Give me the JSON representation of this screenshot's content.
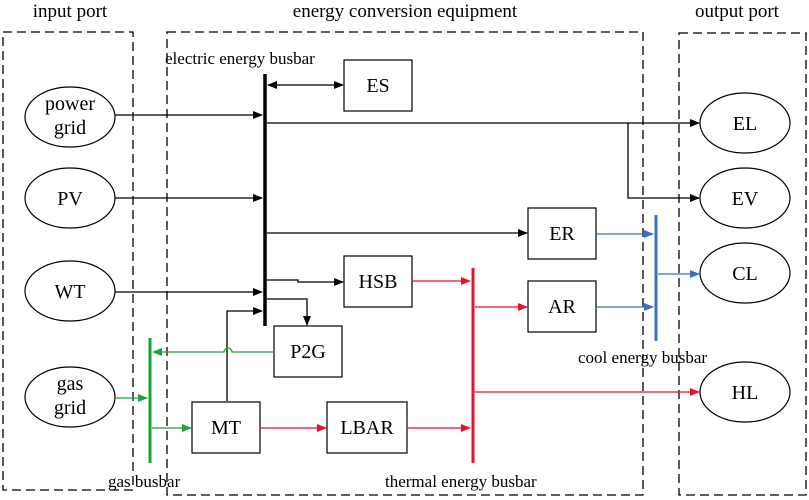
{
  "sections": {
    "input_port": "input port",
    "conversion": "energy conversion equipment",
    "output_port": "output port"
  },
  "busbars": {
    "electric": "electric energy busbar",
    "gas": "gas busbar",
    "thermal": "thermal energy busbar",
    "cool": "cool energy busbar"
  },
  "inputs": {
    "power_grid_l1": "power",
    "power_grid_l2": "grid",
    "pv": "PV",
    "wt": "WT",
    "gas_grid_l1": "gas",
    "gas_grid_l2": "grid"
  },
  "devices": {
    "es": "ES",
    "hsb": "HSB",
    "p2g": "P2G",
    "mt": "MT",
    "lbar": "LBAR",
    "er": "ER",
    "ar": "AR"
  },
  "outputs": {
    "el": "EL",
    "ev": "EV",
    "cl": "CL",
    "hl": "HL"
  },
  "colors": {
    "electric": "#000000",
    "gas": "#1aa33a",
    "thermal": "#e8102c",
    "cool": "#3a6fc4"
  }
}
